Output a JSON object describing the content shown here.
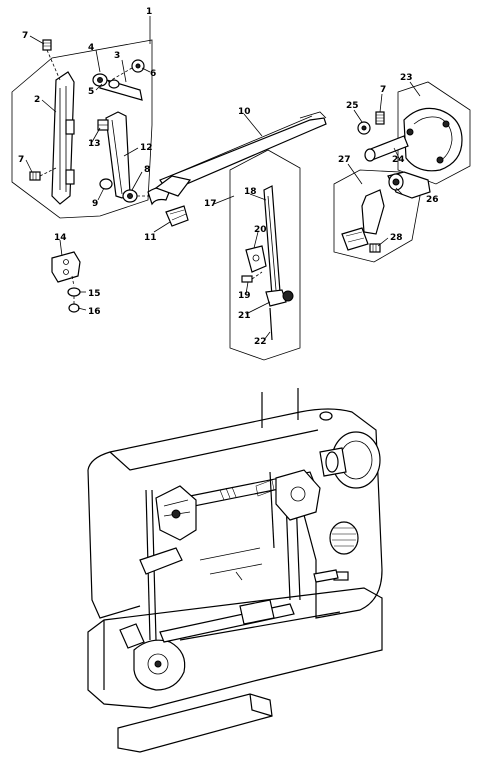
{
  "callouts": [
    {
      "id": "c1",
      "text": "1"
    },
    {
      "id": "c2",
      "text": "2"
    },
    {
      "id": "c3",
      "text": "3"
    },
    {
      "id": "c4",
      "text": "4"
    },
    {
      "id": "c5",
      "text": "5"
    },
    {
      "id": "c6",
      "text": "6"
    },
    {
      "id": "c7a",
      "text": "7"
    },
    {
      "id": "c7b",
      "text": "7"
    },
    {
      "id": "c7c",
      "text": "7"
    },
    {
      "id": "c8",
      "text": "8"
    },
    {
      "id": "c9",
      "text": "9"
    },
    {
      "id": "c10",
      "text": "10"
    },
    {
      "id": "c11",
      "text": "11"
    },
    {
      "id": "c12",
      "text": "12"
    },
    {
      "id": "c13",
      "text": "13"
    },
    {
      "id": "c14",
      "text": "14"
    },
    {
      "id": "c15",
      "text": "15"
    },
    {
      "id": "c16",
      "text": "16"
    },
    {
      "id": "c17",
      "text": "17"
    },
    {
      "id": "c18",
      "text": "18"
    },
    {
      "id": "c19",
      "text": "19"
    },
    {
      "id": "c20",
      "text": "20"
    },
    {
      "id": "c21",
      "text": "21"
    },
    {
      "id": "c22",
      "text": "22"
    },
    {
      "id": "c23",
      "text": "23"
    },
    {
      "id": "c24",
      "text": "24"
    },
    {
      "id": "c25",
      "text": "25"
    },
    {
      "id": "c26",
      "text": "26"
    },
    {
      "id": "c27",
      "text": "27"
    },
    {
      "id": "c28",
      "text": "28"
    }
  ]
}
